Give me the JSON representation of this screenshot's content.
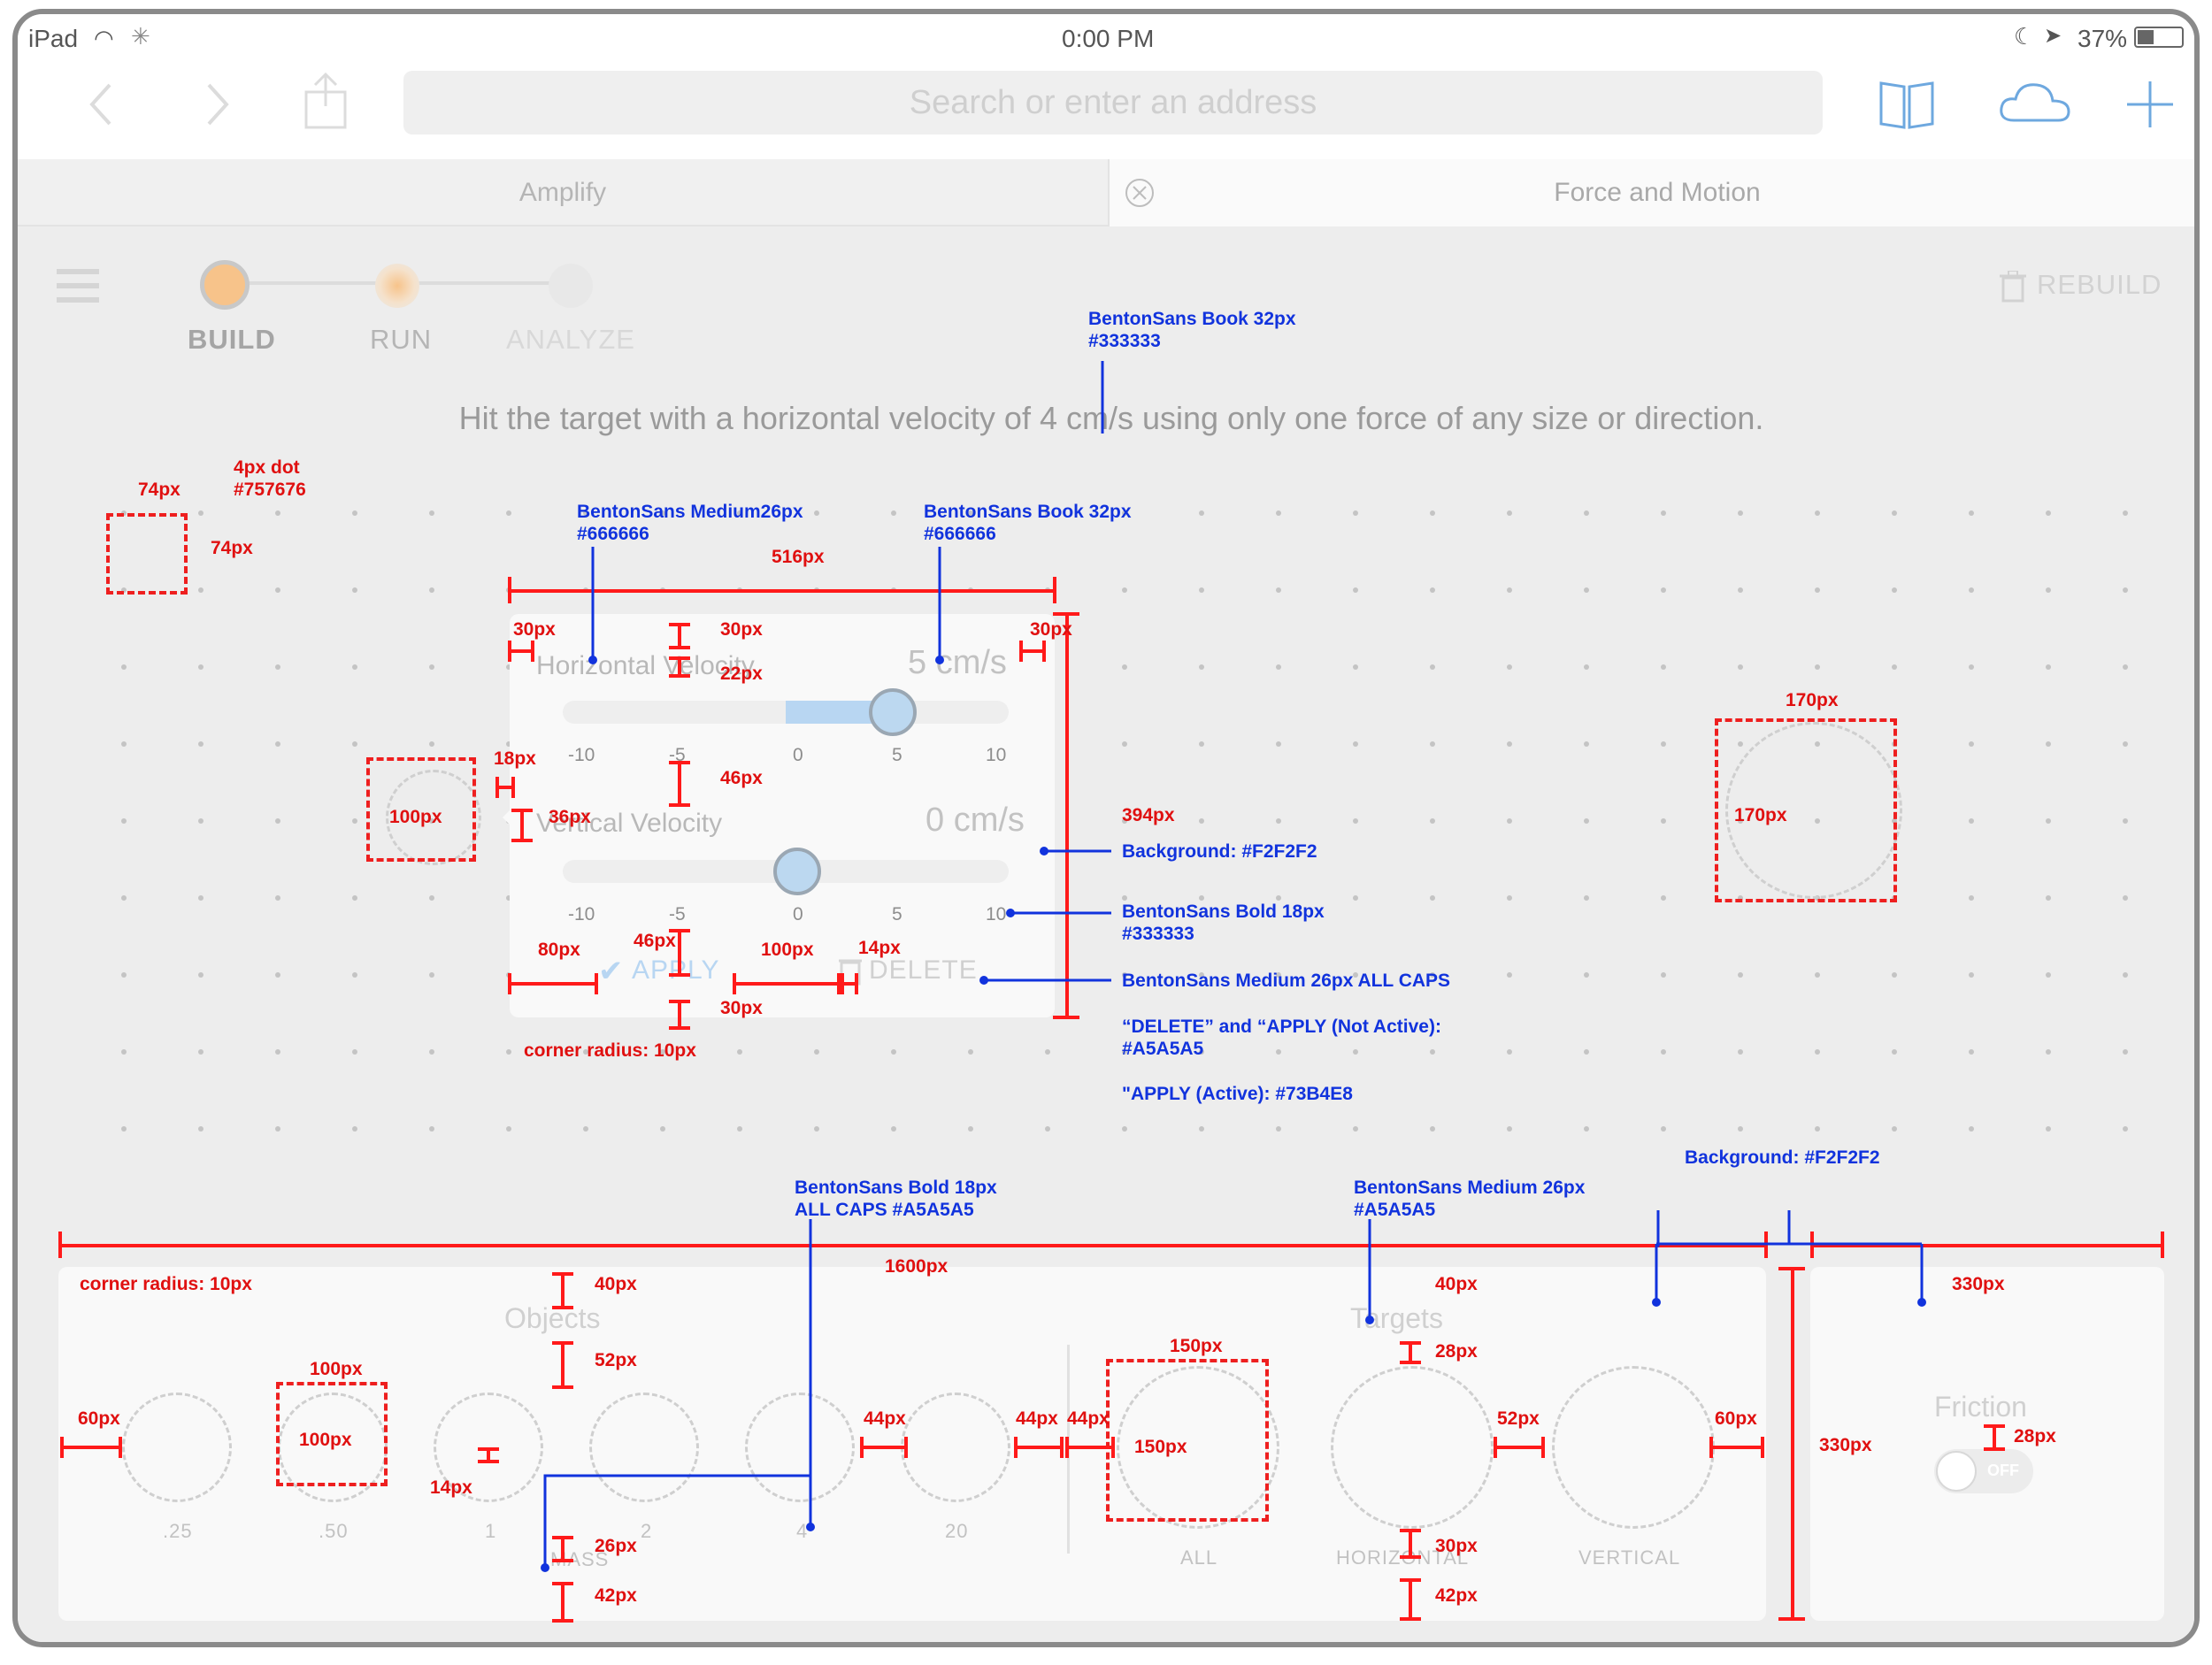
{
  "status": {
    "device": "iPad",
    "time": "0:00 PM",
    "battery": "37%"
  },
  "toolbar": {
    "search_placeholder": "Search or enter an address"
  },
  "tabs": [
    {
      "label": "Amplify"
    },
    {
      "label": "Force and Motion"
    }
  ],
  "header": {
    "steps": [
      {
        "label": "BUILD"
      },
      {
        "label": "RUN"
      },
      {
        "label": "ANALYZE"
      }
    ],
    "rebuild_label": "REBUILD"
  },
  "instruction": "Hit the target with a horizontal velocity of 4 cm/s using only one force of any size or direction.",
  "force_panel": {
    "horizontal": {
      "label": "Horizontal Velocity",
      "value": "5 cm/s",
      "ticks": [
        "-10",
        "-5",
        "0",
        "5",
        "10"
      ]
    },
    "vertical": {
      "label": "Vertical Velocity",
      "value": "0 cm/s",
      "ticks": [
        "-10",
        "-5",
        "0",
        "5",
        "10"
      ]
    },
    "apply_label": "APPLY",
    "delete_label": "DELETE"
  },
  "bottom_panel": {
    "objects_title": "Objects",
    "objects": [
      {
        "label": ".25"
      },
      {
        "label": ".50"
      },
      {
        "label": "1"
      },
      {
        "label": "2"
      },
      {
        "label": "4"
      },
      {
        "label": "20"
      }
    ],
    "mass_label": "MASS",
    "targets_title": "Targets",
    "targets": [
      {
        "label": "ALL"
      },
      {
        "label": "HORIZONTAL"
      },
      {
        "label": "VERTICAL"
      }
    ],
    "friction_title": "Friction",
    "friction_toggle": "OFF"
  },
  "annotations": {
    "spec_instruction": [
      "BentonSans Book 32px",
      "#333333"
    ],
    "spec_label": [
      "BentonSans Medium26px",
      "#666666"
    ],
    "spec_value": [
      "BentonSans Book 32px",
      "#666666"
    ],
    "spec_bg1": "Background: #F2F2F2",
    "spec_ticks": [
      "BentonSans Bold 18px",
      "#333333"
    ],
    "spec_buttons": "BentonSans Medium 26px ALL CAPS",
    "spec_inactive": [
      "“DELETE” and “APPLY (Not Active):",
      "#A5A5A5"
    ],
    "spec_active": "\"APPLY (Active): #73B4E8",
    "spec_caps": [
      "BentonSans Bold 18px",
      "ALL CAPS  #A5A5A5"
    ],
    "spec_targets": [
      "BentonSans Medium 26px",
      "#A5A5A5"
    ],
    "spec_bg2": "Background: #F2F2F2",
    "dot_spec": [
      "4px dot",
      "#757676"
    ],
    "m_74a": "74px",
    "m_74b": "74px",
    "m_516": "516px",
    "m_30a": "30px",
    "m_30b": "30px",
    "m_30c": "30px",
    "m_22": "22px",
    "m_18": "18px",
    "m_46a": "46px",
    "m_36": "36px",
    "m_100a": "100px",
    "m_394": "394px",
    "m_80": "80px",
    "m_46b": "46px",
    "m_100b": "100px",
    "m_14a": "14px",
    "m_30d": "30px",
    "m_radius1": "corner radius: 10px",
    "m_170a": "170px",
    "m_170b": "170px",
    "m_1600": "1600px",
    "m_radius2": "corner radius: 10px",
    "m_40a": "40px",
    "m_52a": "52px",
    "m_100c": "100px",
    "m_100d": "100px",
    "m_60a": "60px",
    "m_14b": "14px",
    "m_26": "26px",
    "m_42a": "42px",
    "m_44a": "44px",
    "m_44b": "44px",
    "m_44c": "44px",
    "m_150a": "150px",
    "m_150b": "150px",
    "m_40b": "40px",
    "m_28a": "28px",
    "m_52b": "52px",
    "m_60b": "60px",
    "m_30e": "30px",
    "m_42b": "42px",
    "m_330a": "330px",
    "m_330b": "330px",
    "m_28b": "28px"
  },
  "colors": {
    "accent_orange": "#f7c38a",
    "slider_blue": "#b8d6f2",
    "line_red": "#ff1a1a",
    "note_blue": "#1133dd"
  }
}
